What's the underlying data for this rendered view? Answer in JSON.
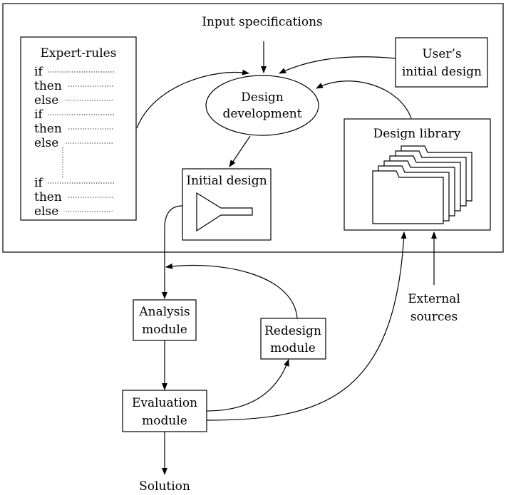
{
  "diagram": {
    "input_label": "Input specifications",
    "expert_rules": {
      "title": "Expert-rules",
      "keywords": [
        "if",
        "then",
        "else",
        "if",
        "then",
        "else",
        "if",
        "then",
        "else"
      ]
    },
    "users_initial_design": {
      "line1": "User’s",
      "line2": "initial design"
    },
    "design_development": {
      "line1": "Design",
      "line2": "development"
    },
    "design_library": {
      "title": "Design library"
    },
    "initial_design": {
      "title": "Initial design"
    },
    "analysis_module": {
      "line1": "Analysis",
      "line2": "module"
    },
    "redesign_module": {
      "line1": "Redesign",
      "line2": "module"
    },
    "evaluation_module": {
      "line1": "Evaluation",
      "line2": "module"
    },
    "external_sources": {
      "line1": "External",
      "line2": "sources"
    },
    "solution_label": "Solution"
  }
}
